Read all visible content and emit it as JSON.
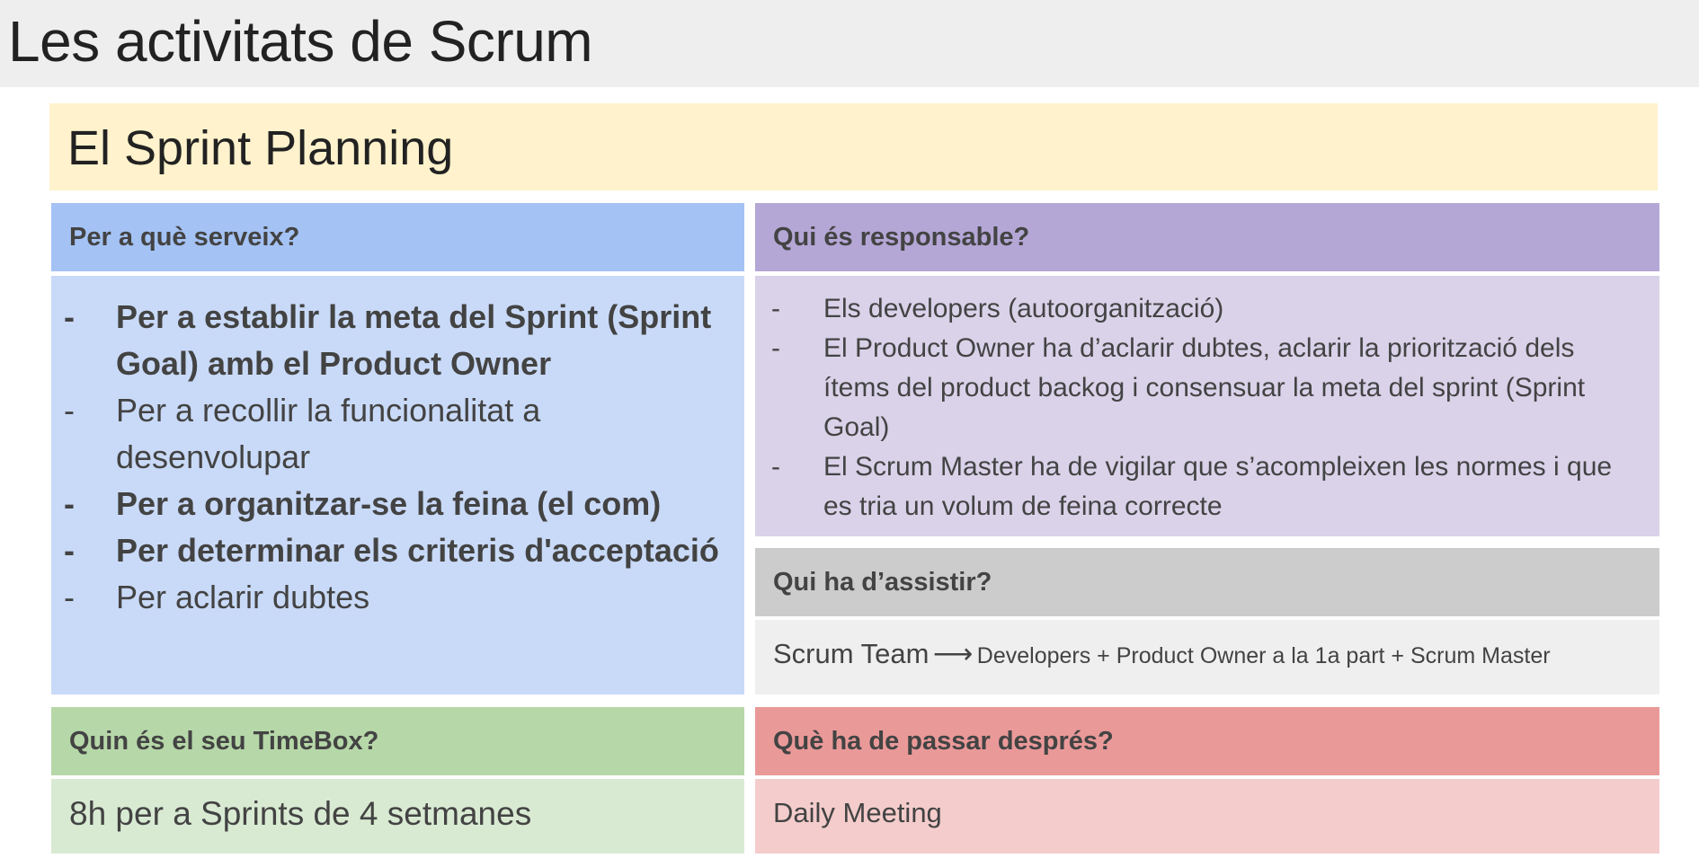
{
  "page": {
    "title": "Les activitats de Scrum"
  },
  "section": {
    "title": "El Sprint Planning"
  },
  "purpose": {
    "heading": "Per a què serveix?",
    "items": [
      {
        "dash": "-",
        "text": "Per a establir la meta del Sprint (Sprint Goal) amb el Product Owner",
        "bold": true
      },
      {
        "dash": "-",
        "text": "Per a recollir la funcionalitat a desenvolupar",
        "bold": false
      },
      {
        "dash": "-",
        "text": "Per a organitzar-se la feina (el com)",
        "bold": true
      },
      {
        "dash": "-",
        "text": "Per determinar els criteris d'acceptació",
        "bold": true
      },
      {
        "dash": "-",
        "text": "Per aclarir dubtes",
        "bold": false
      }
    ]
  },
  "responsible": {
    "heading": "Qui és responsable?",
    "items": [
      {
        "dash": "-",
        "text": "Els developers (autoorganització)"
      },
      {
        "dash": "-",
        "text": "El Product Owner ha d’aclarir dubtes, aclarir la priorització dels ítems del product backog i consensuar la meta del sprint (Sprint Goal)"
      },
      {
        "dash": "-",
        "text": "El Scrum Master ha de vigilar que s’acompleixen les normes i que es tria un volum de feina correcte"
      }
    ]
  },
  "attendance": {
    "heading": "Qui ha d’assistir?",
    "main": "Scrum Team",
    "arrow": "⟶",
    "detail": "Developers + Product Owner a la 1a part + Scrum Master"
  },
  "timebox": {
    "heading": "Quin és el seu TimeBox?",
    "text": "8h per a Sprints de 4 setmanes"
  },
  "next": {
    "heading": "Què ha de passar després?",
    "text": "Daily Meeting"
  },
  "colors": {
    "title_bar": "#eeeeee",
    "section_bar": "#fff2cc",
    "blue_head": "#a4c2f4",
    "blue_body": "#c9daf8",
    "purple_head": "#b4a7d6",
    "purple_body": "#d9d2e9",
    "gray_head": "#cccccc",
    "gray_body": "#efefef",
    "green_head": "#b6d7a8",
    "green_body": "#d9ead3",
    "red_head": "#ea9999",
    "red_body": "#f4cccc"
  }
}
